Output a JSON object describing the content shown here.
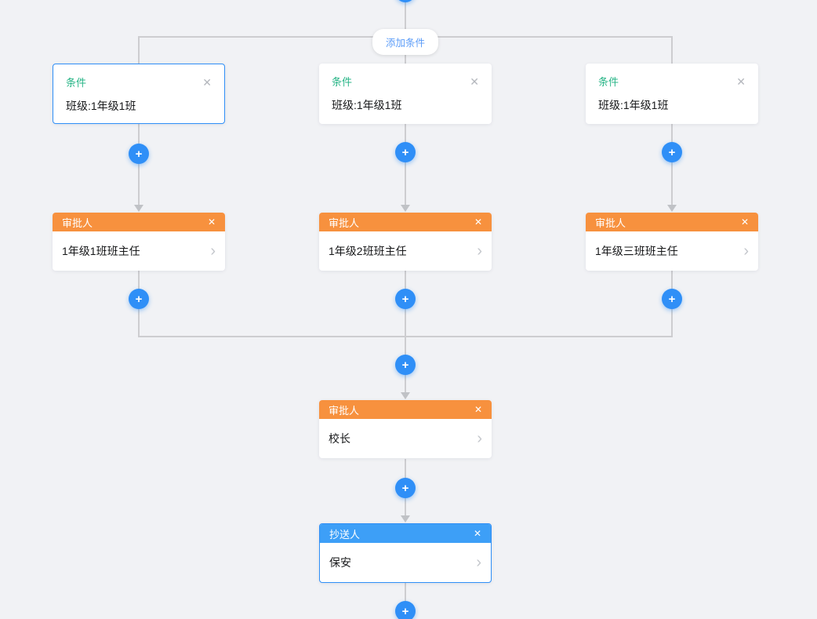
{
  "flow": {
    "add_condition_label": "添加条件",
    "branches": [
      {
        "condition": {
          "title": "条件",
          "content": "班级:1年级1班",
          "selected": true
        },
        "approver": {
          "title": "审批人",
          "content": "1年级1班班主任"
        }
      },
      {
        "condition": {
          "title": "条件",
          "content": "班级:1年级1班",
          "selected": false
        },
        "approver": {
          "title": "审批人",
          "content": "1年级2班班主任"
        }
      },
      {
        "condition": {
          "title": "条件",
          "content": "班级:1年级1班",
          "selected": false
        },
        "approver": {
          "title": "审批人",
          "content": "1年级三班班主任"
        }
      }
    ],
    "final_approver": {
      "title": "审批人",
      "content": "校长"
    },
    "cc_node": {
      "title": "抄送人",
      "content": "保安",
      "selected": true
    }
  },
  "icons": {
    "add": "+",
    "close": "✕",
    "chevron": "›"
  },
  "colors": {
    "background": "#f1f2f5",
    "connector": "#cdcdd0",
    "add_button_blue": "#2f8ff7",
    "approver_header_orange": "#f7913e",
    "cc_header_blue": "#3d9ff7",
    "condition_title_green": "#28b587",
    "selected_border_blue": "#2f8ff7"
  }
}
